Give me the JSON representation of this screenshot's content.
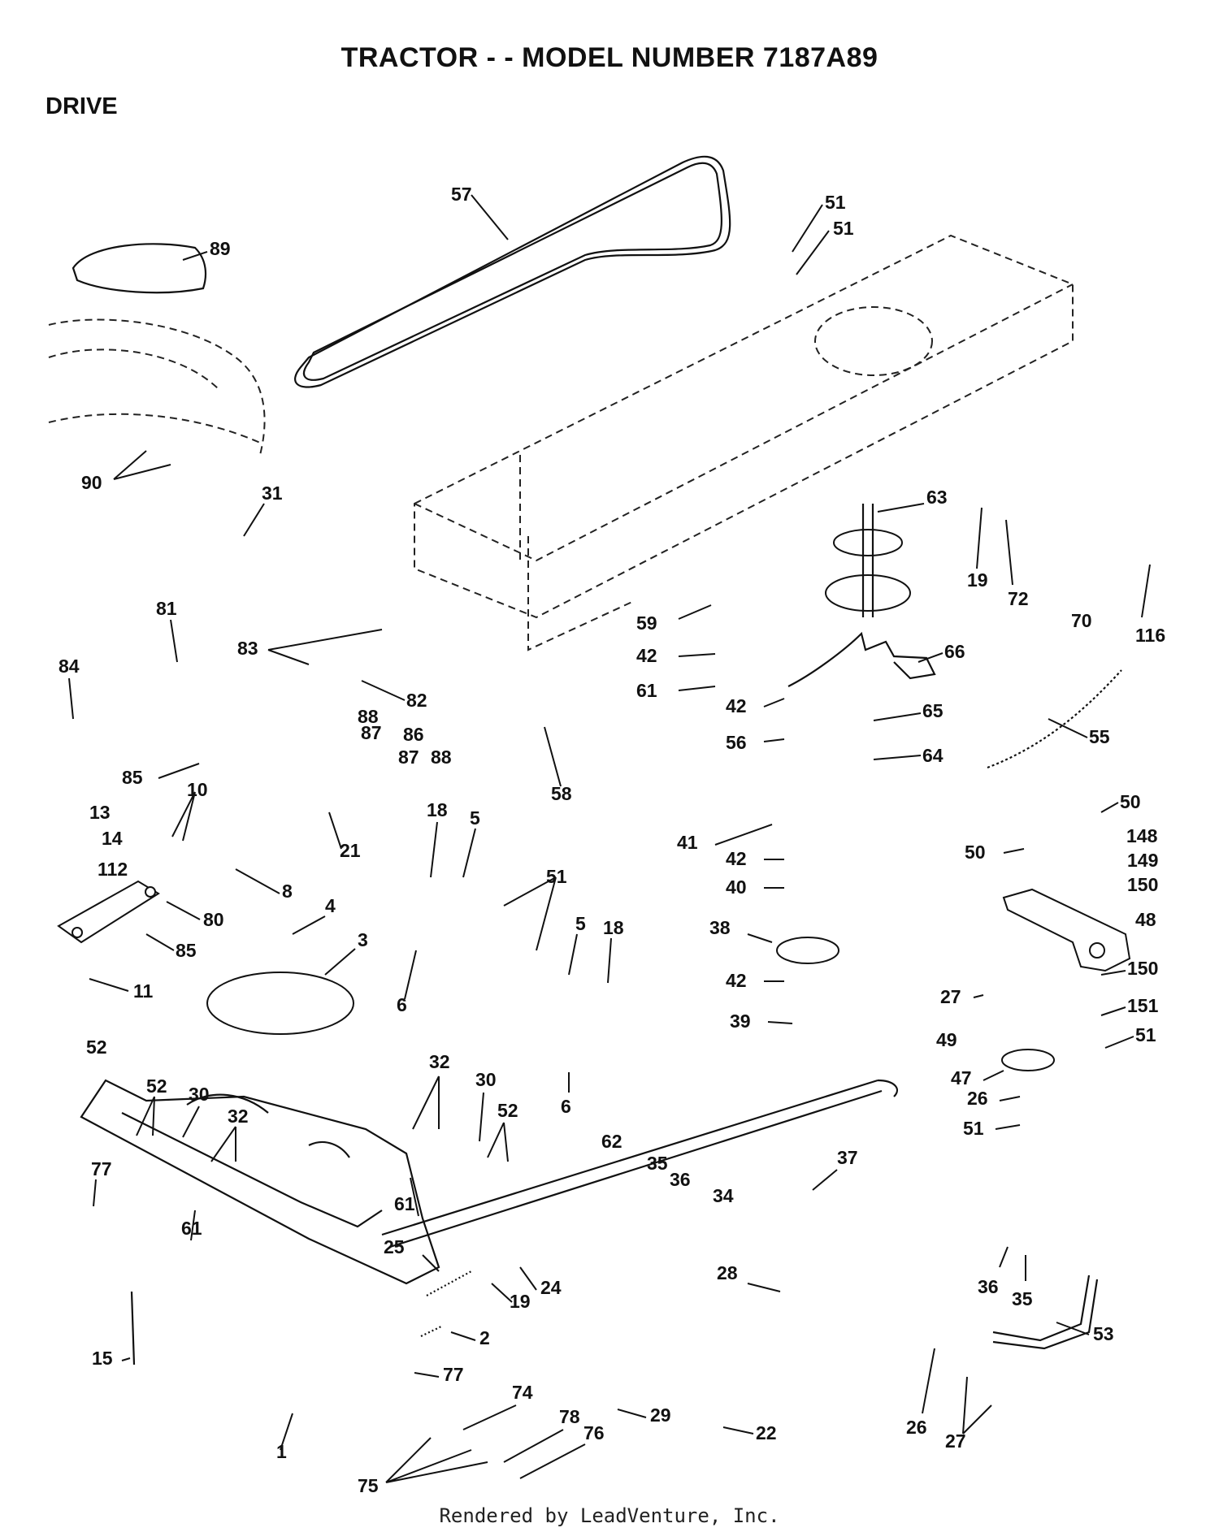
{
  "header": {
    "title": "TRACTOR - - MODEL NUMBER 7187A89",
    "section": "DRIVE"
  },
  "footer": {
    "text": "Rendered by LeadVenture, Inc."
  },
  "callouts": [
    "57",
    "51",
    "51",
    "89",
    "90",
    "31",
    "63",
    "19",
    "72",
    "70",
    "116",
    "81",
    "83",
    "82",
    "84",
    "59",
    "42",
    "61",
    "66",
    "42",
    "65",
    "56",
    "64",
    "55",
    "58",
    "85",
    "88",
    "87",
    "86",
    "87",
    "88",
    "10",
    "13",
    "18",
    "5",
    "21",
    "14",
    "112",
    "8",
    "51",
    "41",
    "42",
    "40",
    "50",
    "148",
    "50",
    "149",
    "150",
    "48",
    "80",
    "85",
    "4",
    "3",
    "5",
    "18",
    "38",
    "11",
    "6",
    "42",
    "150",
    "27",
    "151",
    "39",
    "49",
    "51",
    "47",
    "52",
    "32",
    "52",
    "30",
    "32",
    "26",
    "30",
    "51",
    "52",
    "6",
    "62",
    "37",
    "77",
    "35",
    "36",
    "34",
    "61",
    "61",
    "25",
    "24",
    "19",
    "28",
    "36",
    "35",
    "2",
    "53",
    "15",
    "77",
    "74",
    "29",
    "22",
    "26",
    "78",
    "76",
    "27",
    "1",
    "75"
  ]
}
